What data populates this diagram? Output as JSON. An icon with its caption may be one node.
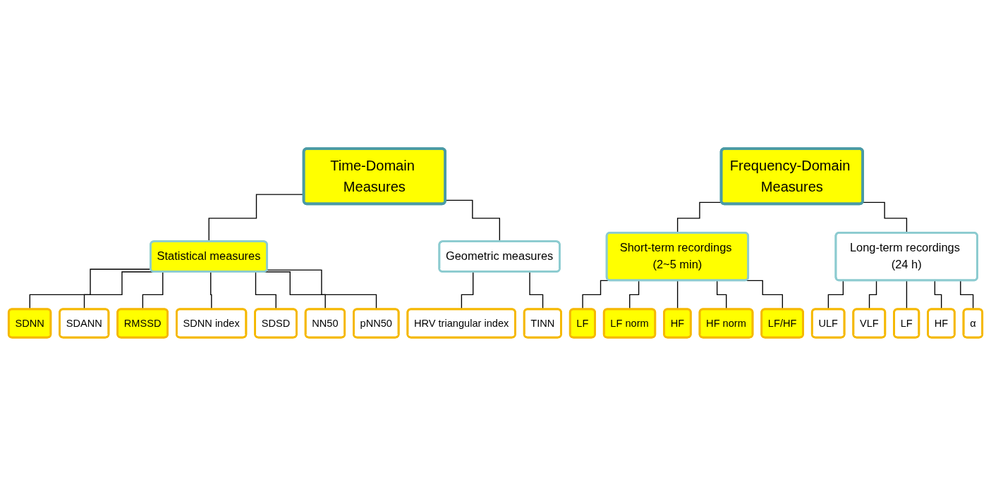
{
  "diagram": {
    "nodes": [
      {
        "text": [
          "Time-Domain Measures"
        ]
      },
      {
        "text": [
          "Frequency-Domain Measures"
        ]
      },
      {
        "text": [
          "Statistical measures"
        ]
      },
      {
        "text": [
          "Geometric measures"
        ]
      },
      {
        "text": [
          "Short-term recordings (2~5 min)"
        ]
      },
      {
        "text": [
          "Long-term recordings (24 h)"
        ]
      },
      {
        "text": [
          "SDNN"
        ]
      },
      {
        "text": [
          "SDANN"
        ]
      },
      {
        "text": [
          "RMSSD"
        ]
      },
      {
        "text": [
          "SDNN index"
        ]
      },
      {
        "text": [
          "SDSD"
        ]
      },
      {
        "text": [
          "NN50"
        ]
      },
      {
        "text": [
          "pNN50"
        ]
      },
      {
        "text": [
          "HRV triangular index"
        ]
      },
      {
        "text": [
          "TINN"
        ]
      },
      {
        "text": [
          "LF"
        ]
      },
      {
        "text": [
          "LF norm"
        ]
      },
      {
        "text": [
          "HF"
        ]
      },
      {
        "text": [
          "HF norm"
        ]
      },
      {
        "text": [
          "LF/HF"
        ]
      },
      {
        "text": [
          "ULF"
        ]
      },
      {
        "text": [
          "VLF"
        ]
      },
      {
        "text": [
          "LF"
        ]
      },
      {
        "text": [
          "HF"
        ]
      },
      {
        "text": [
          "α"
        ]
      }
    ],
    "edges": [
      {
        "from": 0,
        "to": 2,
        "arrow": "none"
      },
      {
        "from": 0,
        "to": 3,
        "arrow": "none"
      },
      {
        "from": 1,
        "to": 4,
        "arrow": "none"
      },
      {
        "from": 1,
        "to": 5,
        "arrow": "none"
      },
      {
        "from": 2,
        "to": 6,
        "arrow": "none"
      },
      {
        "from": 2,
        "to": 7,
        "arrow": "none"
      },
      {
        "from": 2,
        "to": 8,
        "arrow": "none"
      },
      {
        "from": 2,
        "to": 9,
        "arrow": "none"
      },
      {
        "from": 2,
        "to": 10,
        "arrow": "none"
      },
      {
        "from": 2,
        "to": 11,
        "arrow": "none"
      },
      {
        "from": 2,
        "to": 12,
        "arrow": "none"
      },
      {
        "from": 3,
        "to": 13,
        "arrow": "none"
      },
      {
        "from": 3,
        "to": 14,
        "arrow": "none"
      },
      {
        "from": 4,
        "to": 15,
        "arrow": "none"
      },
      {
        "from": 4,
        "to": 16,
        "arrow": "none"
      },
      {
        "from": 4,
        "to": 17,
        "arrow": "none"
      },
      {
        "from": 4,
        "to": 18,
        "arrow": "none"
      },
      {
        "from": 4,
        "to": 19,
        "arrow": "none"
      },
      {
        "from": 5,
        "to": 20,
        "arrow": "none"
      },
      {
        "from": 5,
        "to": 21,
        "arrow": "none"
      },
      {
        "from": 5,
        "to": 22,
        "arrow": "none"
      },
      {
        "from": 5,
        "to": 23,
        "arrow": "none"
      },
      {
        "from": 5,
        "to": 24,
        "arrow": "none"
      }
    ]
  }
}
